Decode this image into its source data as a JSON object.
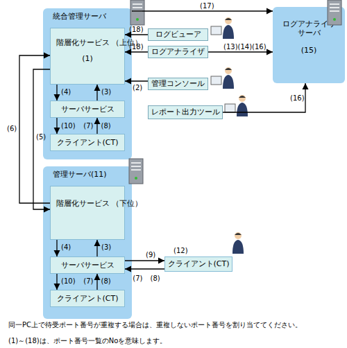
{
  "diagram": {
    "nodes": [
      {
        "text": [
          "統合管理サーバ"
        ]
      },
      {
        "text": [
          "階層化サービス （上位）",
          "(1)"
        ],
        "in": 0
      },
      {
        "text": [
          "サーバサービス"
        ],
        "in": 0
      },
      {
        "text": [
          "クライアント(CT)"
        ],
        "in": 0
      },
      {
        "text": [
          "ログビューア"
        ]
      },
      {
        "text": [
          "ログアナライザ"
        ]
      },
      {
        "text": [
          "管理コンソール"
        ]
      },
      {
        "text": [
          "レポート出力ツール"
        ]
      },
      {
        "text": [
          "ログアナライザ サーバ",
          "(15)"
        ]
      },
      {
        "text": [
          "管理サーバ(11)"
        ]
      },
      {
        "text": [
          "階層化サービス （下位）"
        ],
        "in": 9
      },
      {
        "text": [
          "サーバサービス"
        ],
        "in": 9
      },
      {
        "text": [
          "クライアント(CT)"
        ],
        "in": 9
      },
      {
        "text": [
          "クライアント(CT)"
        ]
      }
    ],
    "edges": [
      {
        "from": 0,
        "to": 8,
        "label": "(17)",
        "arrow": "to"
      },
      {
        "from": 4,
        "to": 1,
        "label": "(18)",
        "arrow": "to"
      },
      {
        "from": 5,
        "to": 1,
        "label": "(18)",
        "arrow": "to"
      },
      {
        "from": 5,
        "to": 8,
        "label": "(13)(14)(16)",
        "arrow": "to"
      },
      {
        "from": 6,
        "to": 1,
        "label": "(2)",
        "arrow": "to"
      },
      {
        "from": 7,
        "to": 8,
        "label": "(16)",
        "arrow": "to"
      },
      {
        "from": 1,
        "to": 2,
        "label": "(4)",
        "arrow": "to"
      },
      {
        "from": 2,
        "to": 1,
        "label": "(3)",
        "arrow": "to"
      },
      {
        "from": 2,
        "to": 3,
        "label": "(10)",
        "arrow": "to"
      },
      {
        "from": 3,
        "to": 2,
        "label": "(7) (8)",
        "arrow": "to"
      },
      {
        "from": 10,
        "to": 1,
        "label": "(6)",
        "arrow": "to"
      },
      {
        "from": 1,
        "to": 10,
        "label": "(5)",
        "arrow": "to"
      },
      {
        "from": 10,
        "to": 11,
        "label": "(4)",
        "arrow": "to"
      },
      {
        "from": 11,
        "to": 10,
        "label": "(3)",
        "arrow": "to"
      },
      {
        "from": 11,
        "to": 12,
        "label": "(10)",
        "arrow": "to"
      },
      {
        "from": 12,
        "to": 11,
        "label": "(7) (8)",
        "arrow": "to"
      },
      {
        "from": 11,
        "to": 13,
        "label": "(9)",
        "arrow": "to"
      },
      {
        "from": 13,
        "to": 11,
        "label": "(7) (8)",
        "arrow": "to"
      }
    ],
    "labels": [
      "(12)",
      "同一PC上で待受ポート番号が重複する場合は、重複しないポート番号を割り当ててください。",
      "(1)～(18)は、ポート番号一覧のNoを意味します。"
    ]
  }
}
